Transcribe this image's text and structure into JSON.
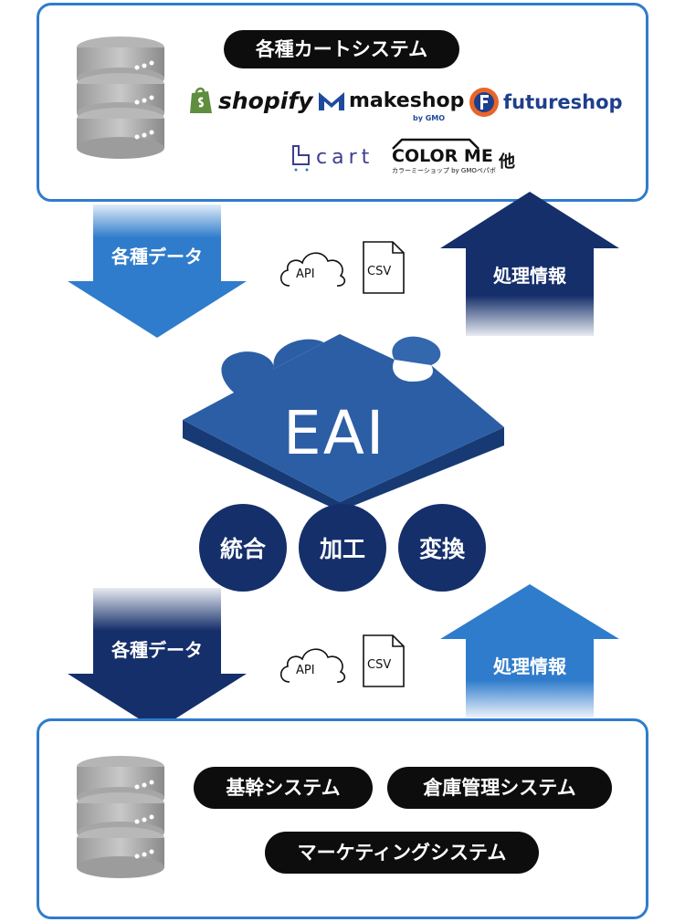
{
  "top_system": {
    "title": "各種カートシステム",
    "logos": [
      {
        "name": "shopify",
        "text": "shopify",
        "color": "#111111",
        "icon_color": "#5e8e3e"
      },
      {
        "name": "makeshop",
        "text": "makeshop",
        "sub": "by GMO",
        "color": "#111111",
        "icon_color": "#1e4b9c"
      },
      {
        "name": "futureshop",
        "text": "futureshop",
        "color": "#1e3f8c",
        "icon_color": "#e8652a"
      },
      {
        "name": "bcart",
        "text": "cart",
        "color": "#3b3f8f"
      },
      {
        "name": "colorme",
        "text": "COLOR ME",
        "sub": "カラーミーショップ by GMOペパボ",
        "color": "#111111"
      }
    ],
    "others": "他"
  },
  "upper_flow": {
    "down_label": "各種データ",
    "up_label": "処理情報",
    "api_label": "API",
    "csv_label": "CSV"
  },
  "eai": {
    "title": "EAI",
    "functions": [
      "統合",
      "加工",
      "変換"
    ]
  },
  "lower_flow": {
    "down_label": "各種データ",
    "up_label": "処理情報",
    "api_label": "API",
    "csv_label": "CSV"
  },
  "bottom_system": {
    "systems": [
      "基幹システム",
      "倉庫管理システム",
      "マーケティングシステム"
    ]
  },
  "colors": {
    "border_blue": "#2f7ccc",
    "arrow_blue": "#2f7ccc",
    "navy": "#152f6b",
    "puzzle_top": "#2c5ea5",
    "puzzle_side": "#173a75"
  }
}
